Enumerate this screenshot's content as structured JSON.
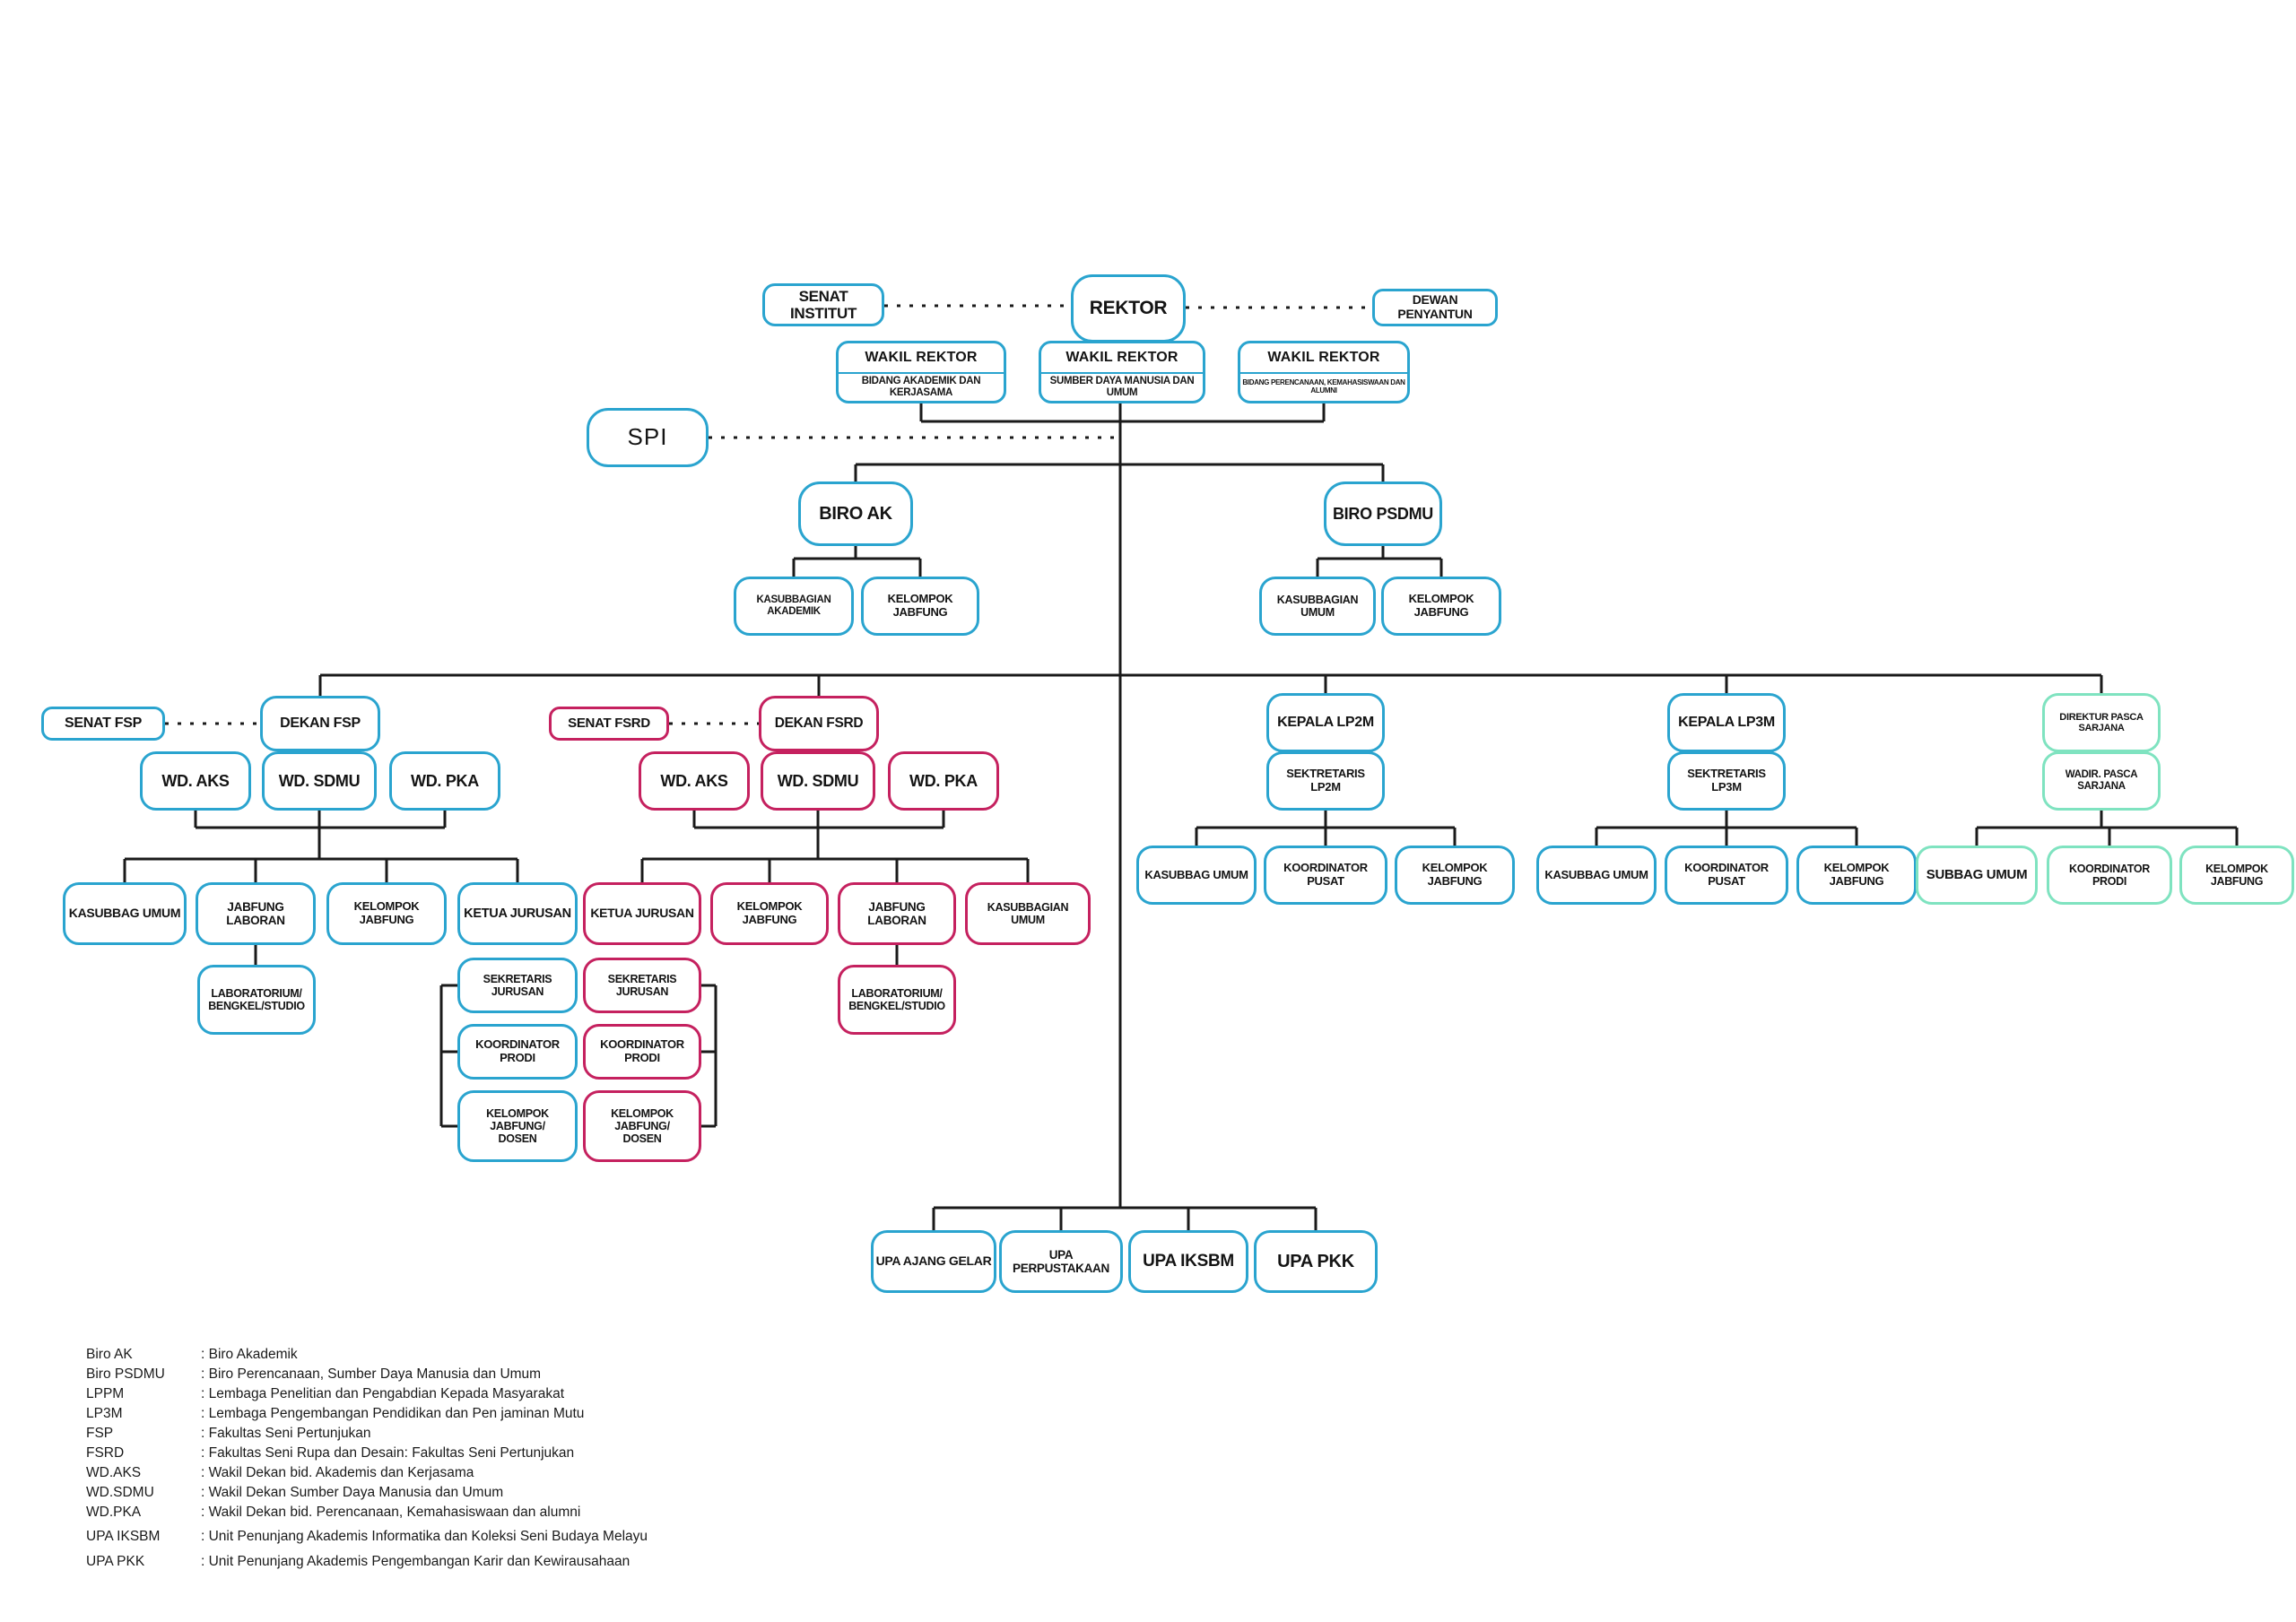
{
  "colors": {
    "blue_border": "#2AA4CF",
    "red_border": "#C5215F",
    "mint_border": "#7FE3C0",
    "line": "#1a1a1a",
    "text": "#141414",
    "background": "#ffffff"
  },
  "nodes": {
    "senat_institut": {
      "label": "SENAT INSTITUT"
    },
    "rektor": {
      "label": "REKTOR"
    },
    "dewan_penyantun": {
      "label": "DEWAN PENYANTUN"
    },
    "wakil_rektor_akademik": {
      "title": "WAKIL REKTOR",
      "subtitle": "BIDANG AKADEMIK DAN KERJASAMA"
    },
    "wakil_rektor_sdm": {
      "title": "WAKIL REKTOR",
      "subtitle": "SUMBER DAYA MANUSIA DAN UMUM"
    },
    "wakil_rektor_perencanaan": {
      "title": "WAKIL REKTOR",
      "subtitle": "BIDANG PERENCANAAN, KEMAHASISWAAN DAN ALUMNI"
    },
    "spi": {
      "label": "SPI"
    },
    "biro_ak": {
      "label": "BIRO AK"
    },
    "biro_psdmu": {
      "label": "BIRO PSDMU"
    },
    "kasubbagian_akademik": {
      "label": "KASUBBAGIAN AKADEMIK"
    },
    "kelompok_jabfung_biro_ak": {
      "label": "KELOMPOK JABFUNG"
    },
    "kasubbagian_umum_psdmu": {
      "label": "KASUBBAGIAN UMUM"
    },
    "kelompok_jabfung_biro_psdmu": {
      "label": "KELOMPOK JABFUNG"
    },
    "senat_fsp": {
      "label": "SENAT FSP"
    },
    "dekan_fsp": {
      "label": "DEKAN FSP"
    },
    "wd_aks_fsp": {
      "label": "WD. AKS"
    },
    "wd_sdmu_fsp": {
      "label": "WD. SDMU"
    },
    "wd_pka_fsp": {
      "label": "WD. PKA"
    },
    "kasubbag_umum_fsp": {
      "label": "KASUBBAG UMUM"
    },
    "jabfung_laboran_fsp": {
      "label": "JABFUNG LABORAN"
    },
    "kelompok_jabfung_fsp": {
      "label": "KELOMPOK JABFUNG"
    },
    "ketua_jurusan_fsp": {
      "label": "KETUA JURUSAN"
    },
    "laboratorium_fsp": {
      "label": "LABORATORIUM/\nBENGKEL/STUDIO"
    },
    "sekretaris_jurusan_fsp": {
      "label": "SEKRETARIS JURUSAN"
    },
    "koordinator_prodi_fsp": {
      "label": "KOORDINATOR PRODI"
    },
    "kelompok_jabfung_dosen_fsp": {
      "label": "KELOMPOK JABFUNG/\nDOSEN"
    },
    "senat_fsrd": {
      "label": "SENAT FSRD"
    },
    "dekan_fsrd": {
      "label": "DEKAN FSRD"
    },
    "wd_aks_fsrd": {
      "label": "WD. AKS"
    },
    "wd_sdmu_fsrd": {
      "label": "WD. SDMU"
    },
    "wd_pka_fsrd": {
      "label": "WD. PKA"
    },
    "ketua_jurusan_fsrd": {
      "label": "KETUA JURUSAN"
    },
    "kelompok_jabfung_fsrd": {
      "label": "KELOMPOK JABFUNG"
    },
    "jabfung_laboran_fsrd": {
      "label": "JABFUNG LABORAN"
    },
    "kasubbagian_umum_fsrd": {
      "label": "KASUBBAGIAN UMUM"
    },
    "sekretaris_jurusan_fsrd": {
      "label": "SEKRETARIS JURUSAN"
    },
    "koordinator_prodi_fsrd": {
      "label": "KOORDINATOR PRODI"
    },
    "kelompok_jabfung_dosen_fsrd": {
      "label": "KELOMPOK JABFUNG/\nDOSEN"
    },
    "laboratorium_fsrd": {
      "label": "LABORATORIUM/\nBENGKEL/STUDIO"
    },
    "kepala_lp2m": {
      "label": "KEPALA LP2M"
    },
    "sektretaris_lp2m": {
      "label": "SEKTRETARIS LP2M"
    },
    "kasubbag_umum_lp2m": {
      "label": "KASUBBAG UMUM"
    },
    "koordinator_pusat_lp2m": {
      "label": "KOORDINATOR PUSAT"
    },
    "kelompok_jabfung_lp2m": {
      "label": "KELOMPOK JABFUNG"
    },
    "kepala_lp3m": {
      "label": "KEPALA LP3M"
    },
    "sektretaris_lp3m": {
      "label": "SEKTRETARIS LP3M"
    },
    "kasubbag_umum_lp3m": {
      "label": "KASUBBAG UMUM"
    },
    "koordinator_pusat_lp3m": {
      "label": "KOORDINATOR PUSAT"
    },
    "kelompok_jabfung_lp3m": {
      "label": "KELOMPOK JABFUNG"
    },
    "direktur_pasca_sarjana": {
      "label": "DIREKTUR PASCA SARJANA"
    },
    "wadir_pasca_sarjana": {
      "label": "WADIR. PASCA SARJANA"
    },
    "subbag_umum_pasca": {
      "label": "SUBBAG UMUM"
    },
    "koordinator_prodi_pasca": {
      "label": "KOORDINATOR PRODI"
    },
    "kelompok_jabfung_pasca": {
      "label": "KELOMPOK JABFUNG"
    },
    "upa_ajang_gelar": {
      "label": "UPA AJANG GELAR"
    },
    "upa_perpustakaan": {
      "label": "UPA PERPUSTAKAAN"
    },
    "upa_iksbm": {
      "label": "UPA IKSBM"
    },
    "upa_pkk": {
      "label": "UPA PKK"
    }
  },
  "legend": {
    "items": [
      {
        "term": "Biro AK",
        "def": ": Biro Akademik"
      },
      {
        "term": "Biro PSDMU",
        "def": ": Biro Perencanaan, Sumber Daya Manusia dan Umum"
      },
      {
        "term": "LPPM",
        "def": ": Lembaga Penelitian dan Pengabdian Kepada Masyarakat"
      },
      {
        "term": "LP3M",
        "def": ": Lembaga Pengembangan Pendidikan dan Pen jaminan Mutu"
      },
      {
        "term": "FSP",
        "def": ": Fakultas Seni Pertunjukan"
      },
      {
        "term": "FSRD",
        "def": ": Fakultas Seni Rupa dan Desain: Fakultas Seni Pertunjukan"
      },
      {
        "term": "WD.AKS",
        "def": ": Wakil Dekan bid. Akademis dan Kerjasama"
      },
      {
        "term": "WD.SDMU",
        "def": ": Wakil Dekan Sumber Daya Manusia dan Umum"
      },
      {
        "term": "WD.PKA",
        "def": ": Wakil Dekan bid. Perencanaan, Kemahasiswaan dan alumni"
      },
      {
        "term": "UPA IKSBM",
        "def": ": Unit Penunjang Akademis Informatika dan Koleksi Seni Budaya Melayu"
      },
      {
        "term": "UPA PKK",
        "def": ": Unit Penunjang Akademis Pengembangan Karir dan Kewirausahaan"
      }
    ]
  }
}
